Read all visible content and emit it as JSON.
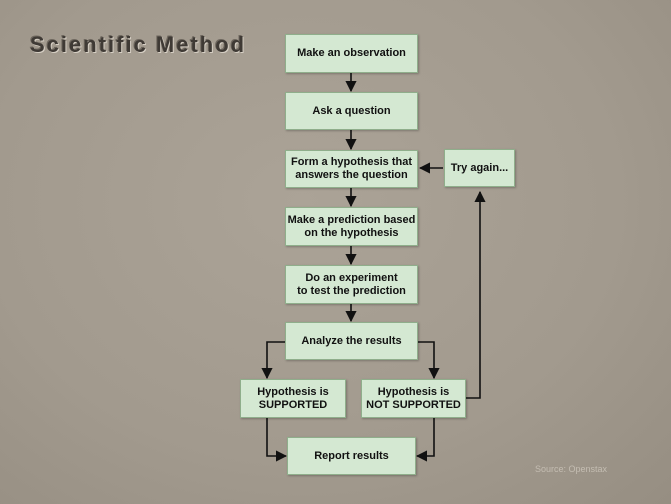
{
  "title": "Scientific Method",
  "steps": {
    "observation": "Make an observation",
    "question": "Ask a question",
    "hypothesis": "Form a hypothesis that\nanswers the question",
    "prediction": "Make a prediction based\non the hypothesis",
    "experiment": "Do an experiment\nto test the prediction",
    "analyze": "Analyze the results",
    "supported": "Hypothesis is\nSUPPORTED",
    "not_supported": "Hypothesis is\nNOT SUPPORTED",
    "report": "Report results",
    "try_again": "Try again..."
  },
  "source": "Source: Openstax",
  "colors": {
    "box_fill": "#d4e8d2",
    "box_border": "#8fae8b",
    "arrow": "#111111",
    "background": "#a39b8f"
  }
}
